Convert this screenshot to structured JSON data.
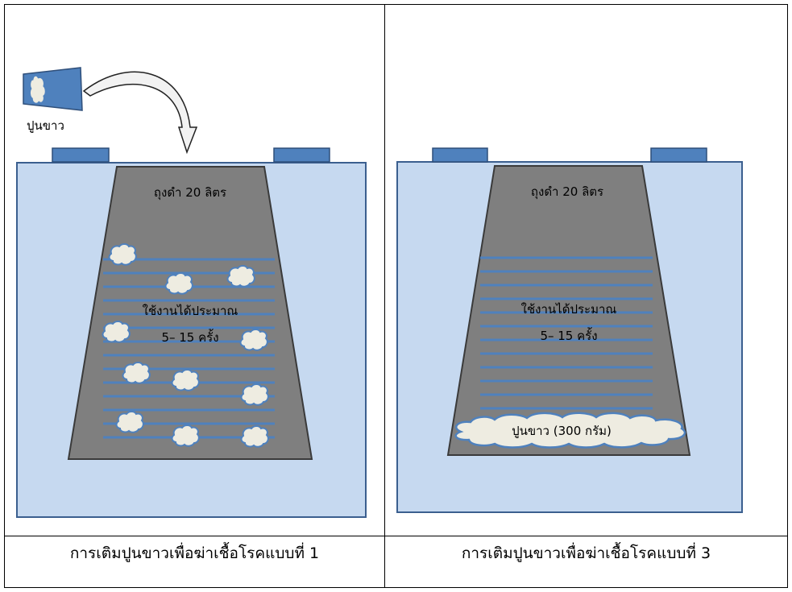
{
  "panels": [
    {
      "caption": "การเติมปูนขาวเพื่อฆ่าเชื้อโรคแบบที่ 1",
      "bag_label": "ถุงดำ 20 ลิตร",
      "usage_line1": "ใช้งานได้ประมาณ",
      "usage_line2": "5– 15 ครั้ง",
      "scoop_label": "ปูนขาว"
    },
    {
      "caption": "การเติมปูนขาวเพื่อฆ่าเชื้อโรคแบบที่ 3",
      "bag_label": "ถุงดำ 20 ลิตร",
      "usage_line1": "ใช้งานได้ประมาณ",
      "usage_line2": "5– 15 ครั้ง",
      "lime_bottom_label": "ปูนขาว (300 กรัม)"
    }
  ],
  "colors": {
    "bin_fill": "#c6d9f0",
    "bin_stroke": "#3b5f8f",
    "handle_fill": "#4f81bd",
    "bag_fill": "#7f7f7f",
    "bag_stroke": "#3a3a3a",
    "layer_line": "#4f81bd",
    "lime_fill": "#eeece1",
    "lime_stroke": "#4f81bd",
    "arrow_fill": "#f2f2f2"
  }
}
